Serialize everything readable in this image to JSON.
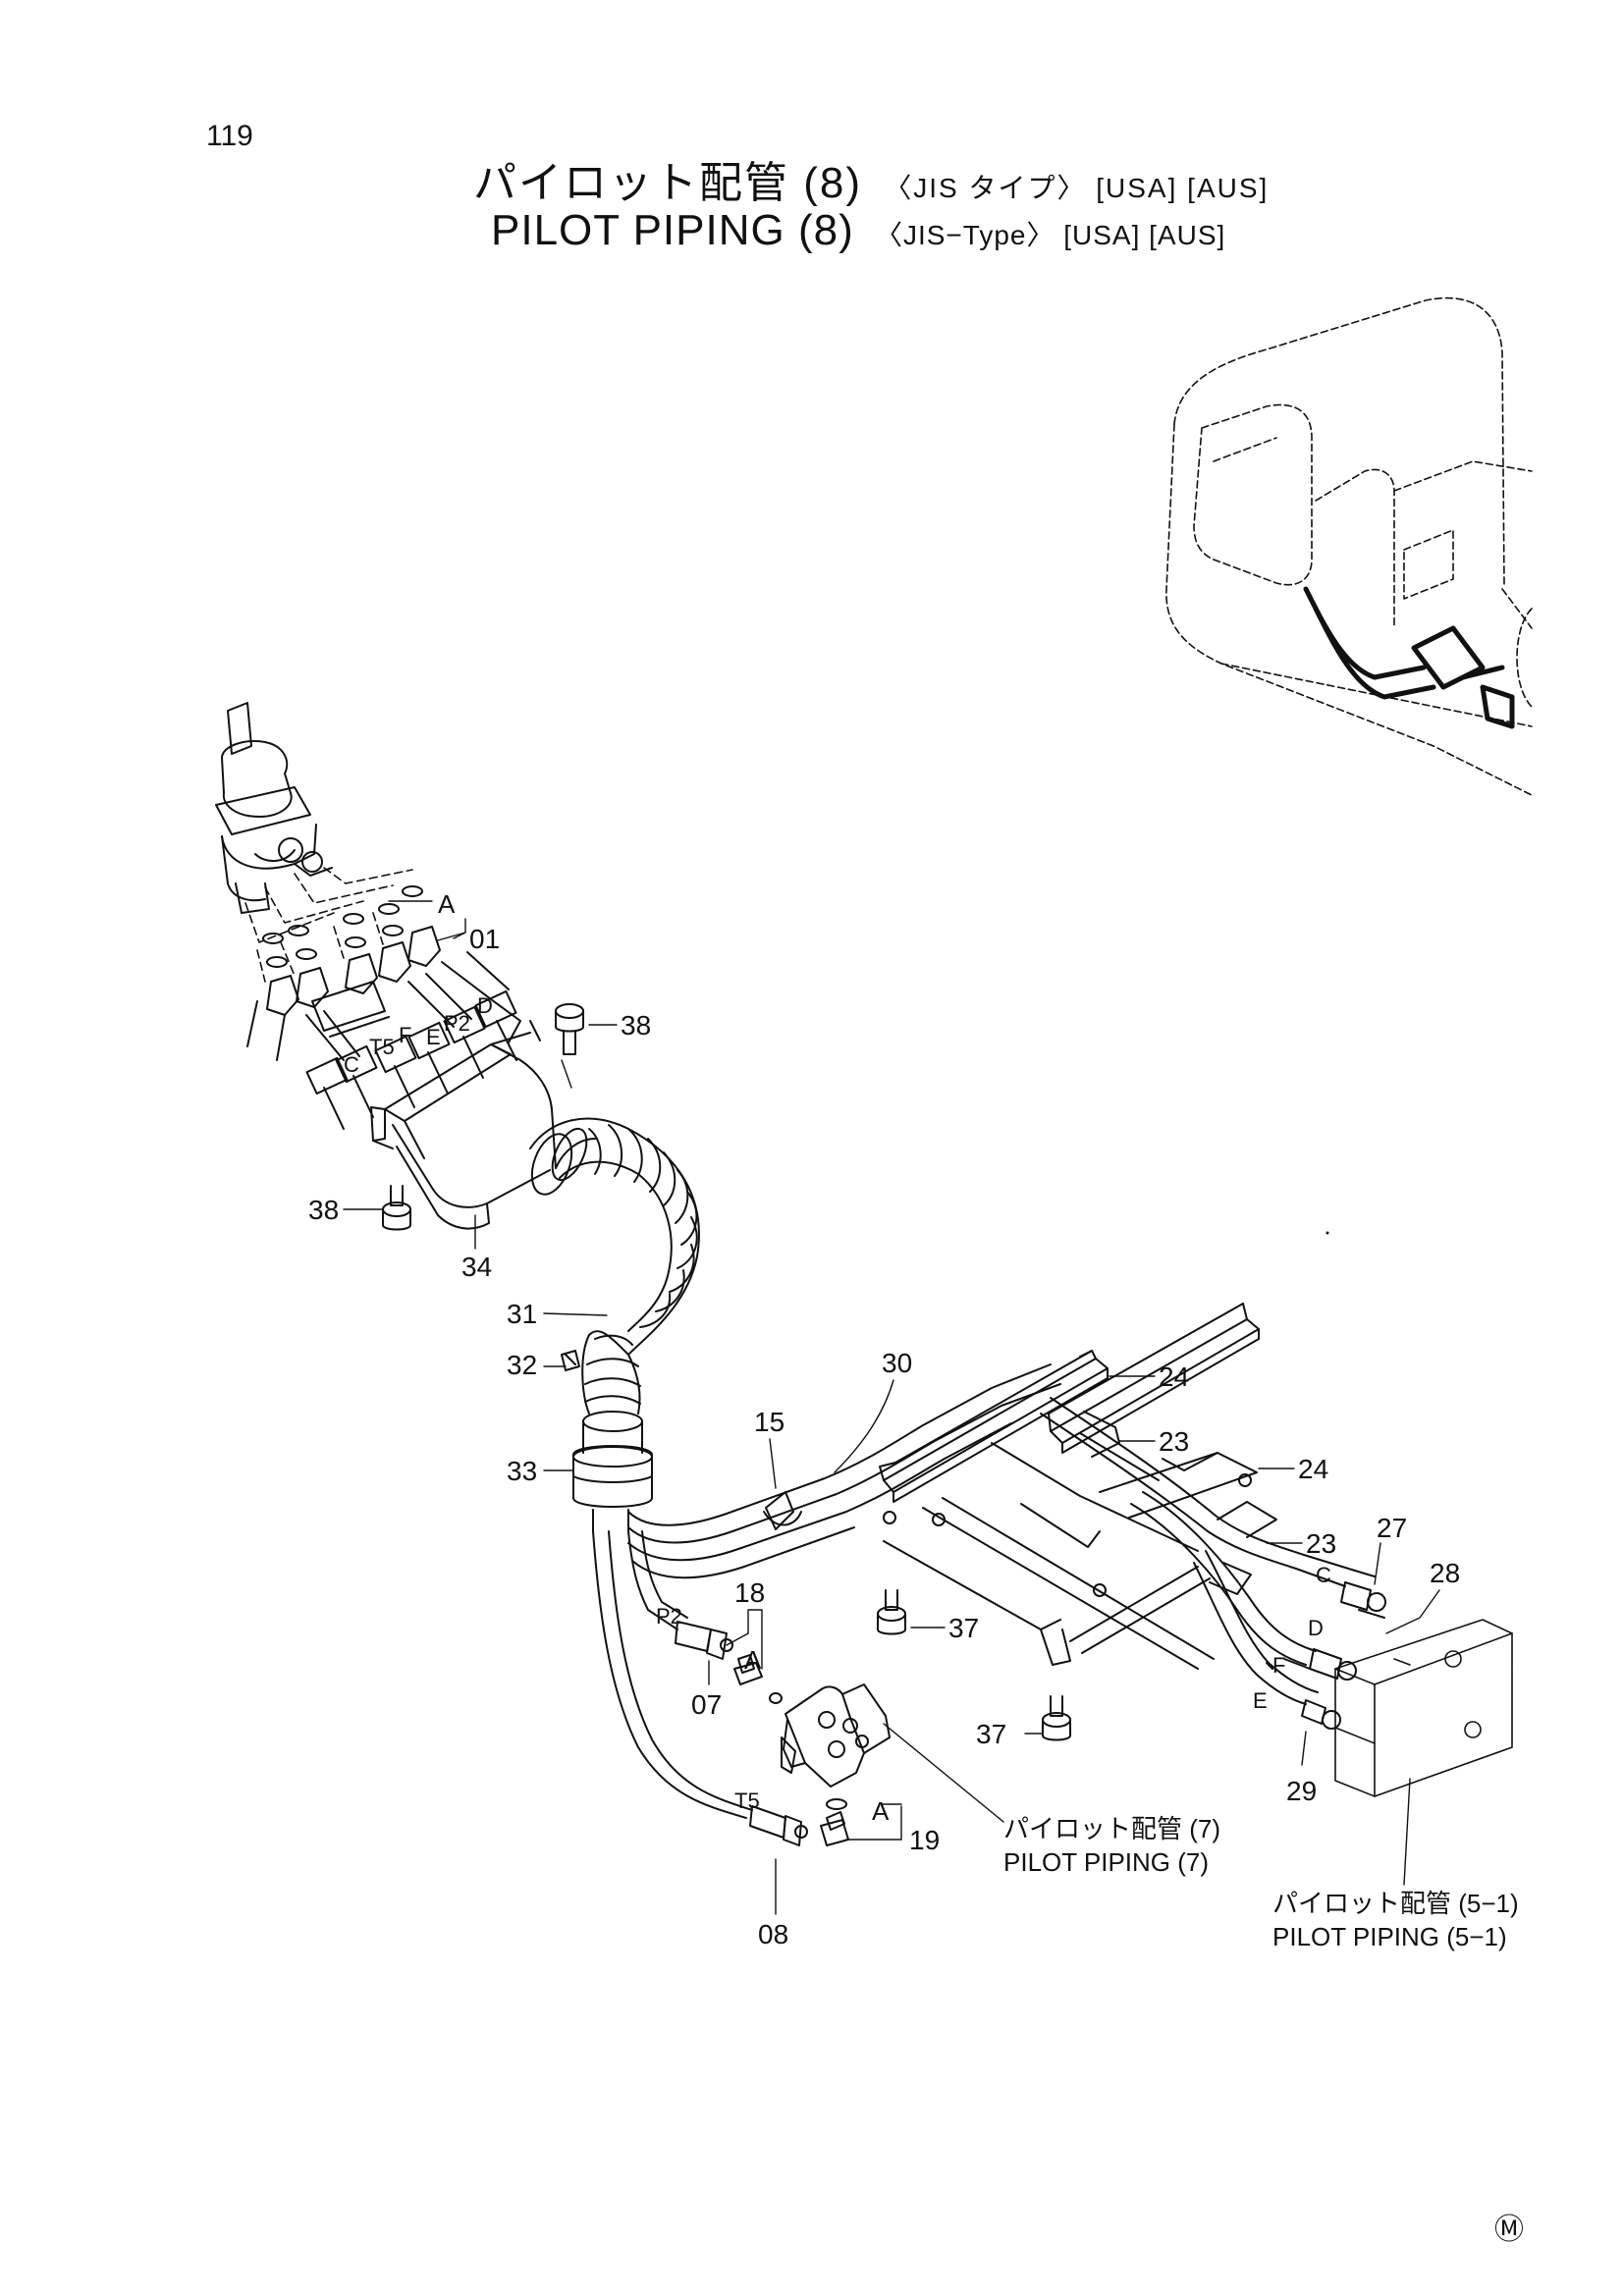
{
  "page_number": "119",
  "title": {
    "jp_main": "パイロット配管 (8)",
    "jp_suffix": "〈JIS タイプ〉 [USA] [AUS]",
    "en_main": "PILOT PIPING (8)",
    "en_suffix": "〈JIS−Type〉 [USA] [AUS]"
  },
  "callouts": {
    "c01": "01",
    "c07": "07",
    "c08": "08",
    "c15": "15",
    "c18": "18",
    "c19": "19",
    "c23a": "23",
    "c23b": "23",
    "c24a": "24",
    "c24b": "24",
    "c27": "27",
    "c28": "28",
    "c29": "29",
    "c30": "30",
    "c31": "31",
    "c32": "32",
    "c33": "33",
    "c34": "34",
    "c37a": "37",
    "c37b": "37",
    "c38a": "38",
    "c38b": "38"
  },
  "port_letters": {
    "A1": "A",
    "A2": "A",
    "A3": "A",
    "P2_top": "P2",
    "T5_top": "T5",
    "C_top": "C",
    "D_top": "D",
    "E_top": "E",
    "F_top": "F",
    "P2_low": "P2",
    "T5_low": "T5",
    "C_right": "C",
    "D_right": "D",
    "E_right": "E",
    "F_right": "F"
  },
  "cross_refs": {
    "ref7_jp": "パイロット配管 (7)",
    "ref7_en": "PILOT PIPING (7)",
    "ref51_jp": "パイロット配管 (5−1)",
    "ref51_en": "PILOT PIPING (5−1)"
  },
  "corner_mark": "Ⓜ"
}
